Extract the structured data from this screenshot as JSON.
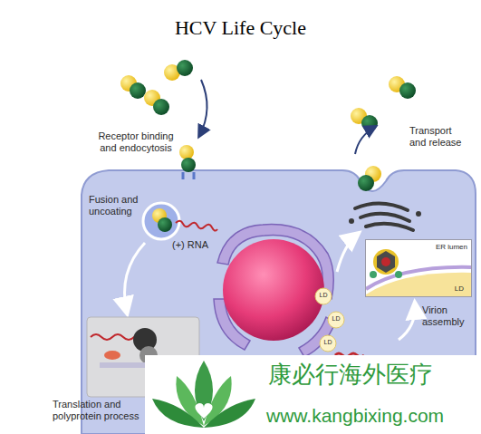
{
  "diagram": {
    "title": "HCV Life Cycle",
    "nodes": [
      {
        "text": [
          "ER lumen",
          "LD"
        ]
      }
    ],
    "labels": [
      "Receptor binding and endocytosis",
      "Fusion and uncoating",
      "(+) RNA",
      "Transport and release",
      "Virion assembly",
      "LD",
      "LD",
      "LD",
      "Translation and polyprotein process",
      "康必行海外医疗",
      "www.kangbixing.com"
    ]
  }
}
